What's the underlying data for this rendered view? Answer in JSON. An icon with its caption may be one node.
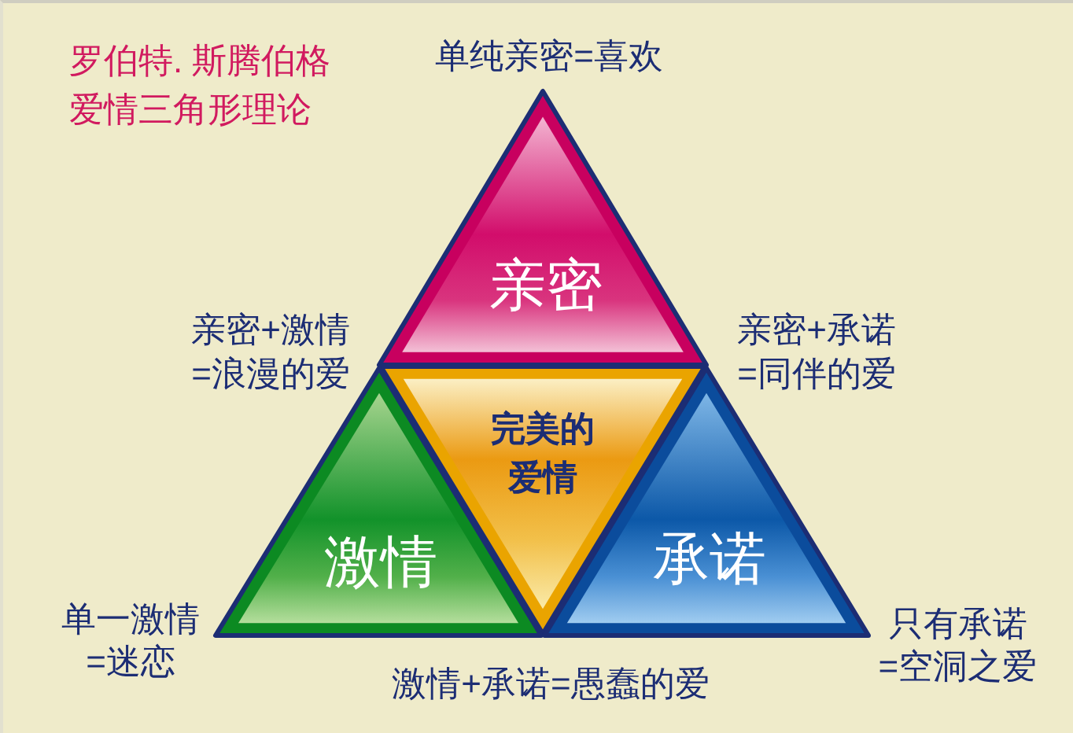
{
  "diagram": {
    "title": "罗伯特. 斯腾伯格爱情三角形理论",
    "nodes": [
      {
        "text": [
          "亲密"
        ],
        "beside": [
          "单纯亲密=喜欢"
        ]
      },
      {
        "text": [
          "完美的爱情"
        ]
      },
      {
        "text": [
          "激情"
        ],
        "beside": [
          "单一激情=迷恋"
        ]
      },
      {
        "text": [
          "承诺"
        ],
        "beside": [
          "只有承诺=空洞之爱"
        ]
      }
    ],
    "labels": [
      "亲密+激情=浪漫的爱",
      "亲密+承诺=同伴的爱",
      "激情+承诺=愚蠢的爱"
    ]
  }
}
